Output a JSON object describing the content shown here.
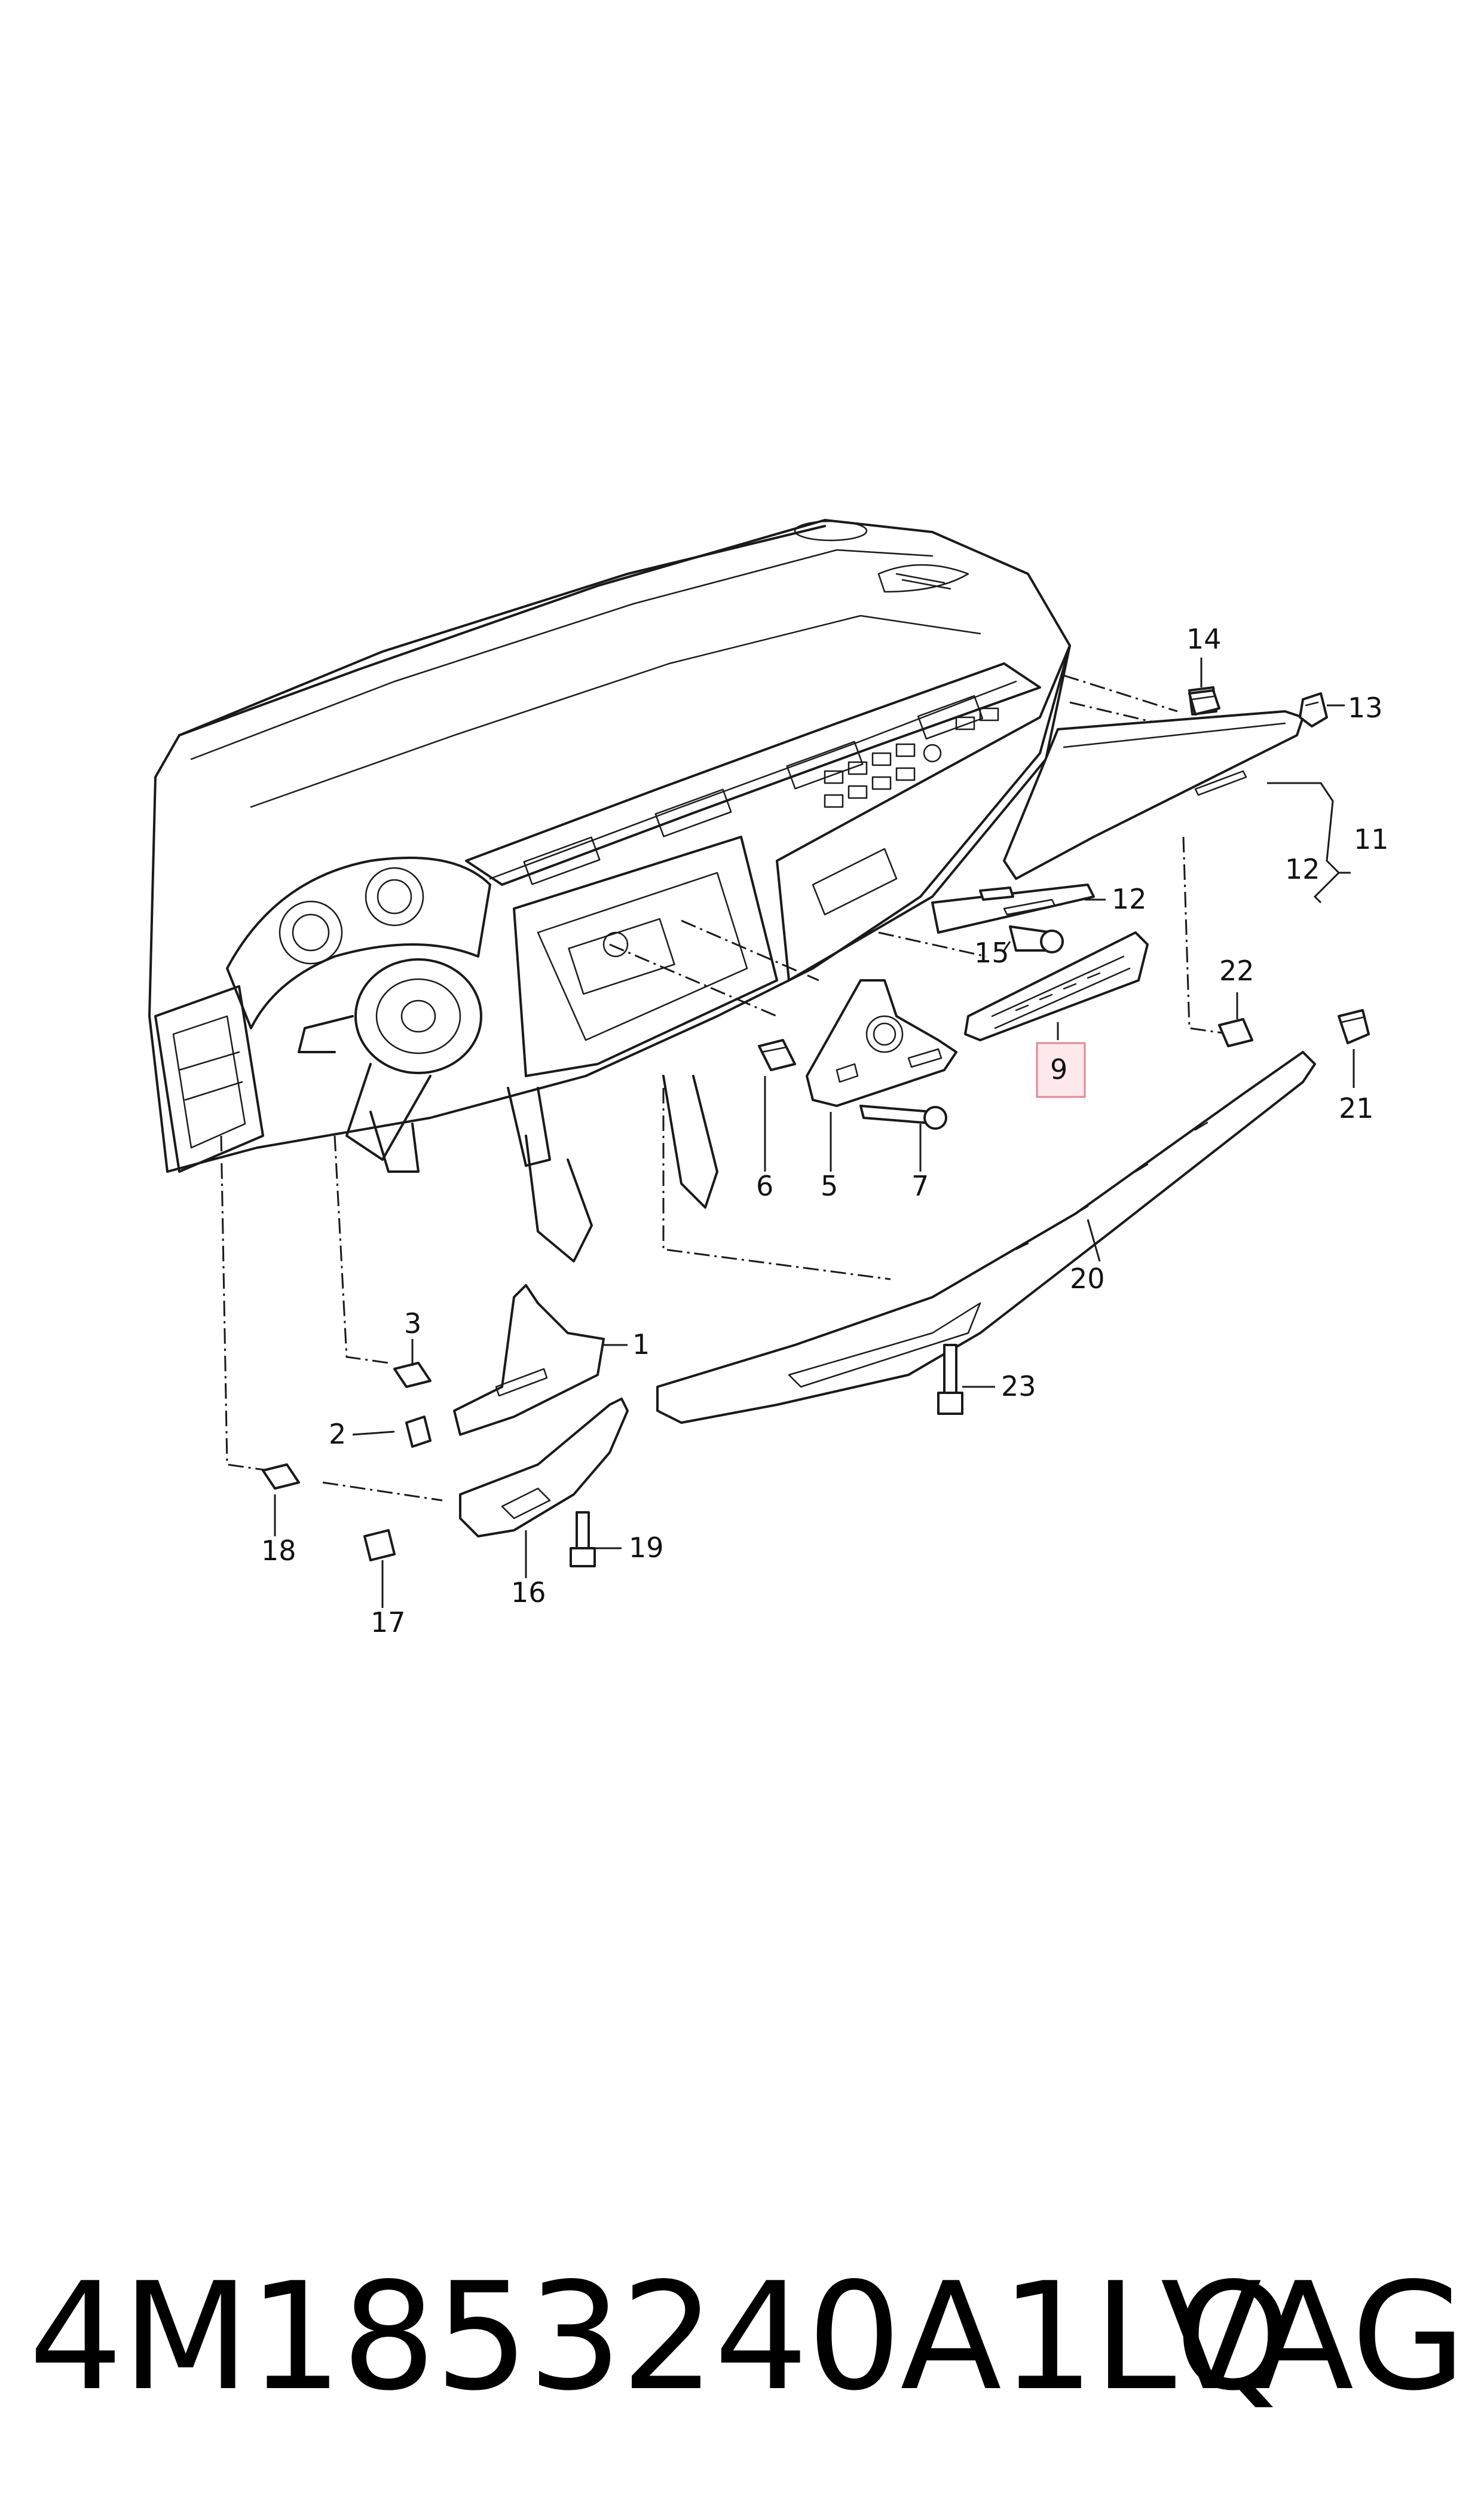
{
  "diagram": {
    "callouts": {
      "c1": "1",
      "c2": "2",
      "c3": "3",
      "c5": "5",
      "c6": "6",
      "c7": "7",
      "c9": "9",
      "c11": "11",
      "c12a": "12",
      "c12b": "12",
      "c13": "13",
      "c14": "14",
      "c15": "15",
      "c16": "16",
      "c17": "17",
      "c18": "18",
      "c19": "19",
      "c20": "20",
      "c21": "21",
      "c22": "22",
      "c23": "23"
    },
    "highlighted_callout": "9"
  },
  "footer": {
    "part_number": "4M1853240A1LQ",
    "brand": "VAG"
  }
}
